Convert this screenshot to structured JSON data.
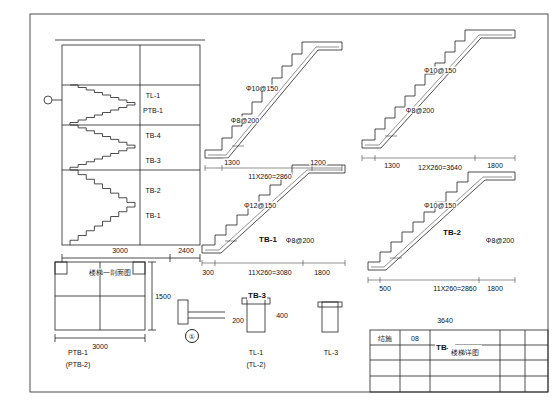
{
  "diagram": {
    "nodes": [
      {
        "text": [
          "①"
        ]
      },
      {
        "text": [
          "楼梯详图"
        ]
      }
    ],
    "labels": [
      "TB-1",
      "TB-2",
      "TB-3",
      "TB-4",
      "11X260=2860",
      "1300",
      "1200",
      "12X260=3640",
      "1300",
      "1800",
      "11X260=3080",
      "300",
      "1800",
      "11X260=2860",
      "500",
      "1800",
      "3640",
      "楼梯一剖面图",
      "3000",
      "2400",
      "TB-1",
      "TB-2",
      "TB-3",
      "TB-4",
      "PTB-1",
      "TL-1",
      "PTB-1",
      "(PTB-2)",
      "3000",
      "1500",
      "TL-1",
      "(TL-2)",
      "TL-3",
      "200",
      "400",
      "Φ10@150",
      "Φ8@200",
      "Φ10@150",
      "Φ8@200",
      "Φ12@150",
      "Φ8@200",
      "Φ10@150",
      "Φ8@200",
      "结施",
      "08"
    ]
  }
}
